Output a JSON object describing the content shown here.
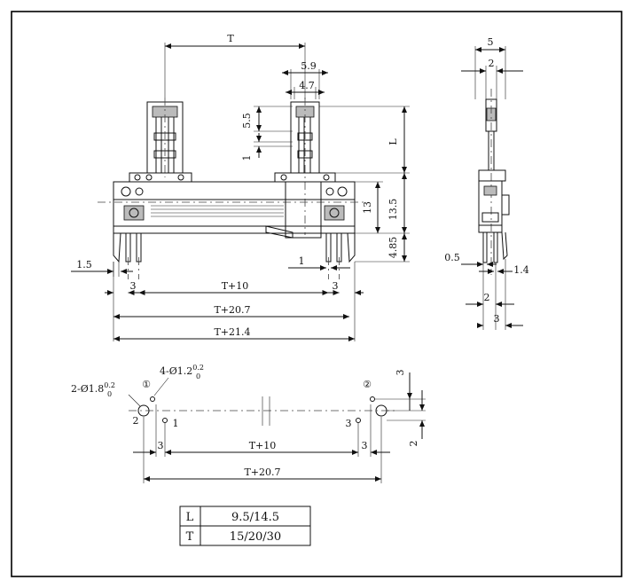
{
  "dimensions": {
    "T": "T",
    "d5_9": "5.9",
    "d4_7": "4.7",
    "d5_5": "5.5",
    "L": "L",
    "d1_top": "1",
    "d13": "13",
    "d13_5": "13.5",
    "d4_85": "4.85",
    "d1_5": "1.5",
    "d3_left": "3",
    "d1_mid": "1",
    "d3_right": "3",
    "T_plus_10": "T+10",
    "T_plus_20_7": "T+20.7",
    "T_plus_21_4": "T+21.4",
    "side_5": "5",
    "side_2_top": "2",
    "side_0_5": "0.5",
    "side_1_4": "1.4",
    "side_2_bottom": "2",
    "side_3": "3"
  },
  "pcb": {
    "hole_2_label": "2-Ø1.8",
    "hole_2_tol": "0.2",
    "hole_2_tol_low": "0",
    "hole_4_label": "4-Ø1.2",
    "hole_4_tol": "0.2",
    "hole_4_tol_low": "0",
    "marker_left": "①",
    "marker_right": "②",
    "pin_1": "1",
    "pin_2": "2",
    "pin_3": "3",
    "d3_left": "3",
    "d3_right": "3",
    "T_plus_10": "T+10",
    "T_plus_20_7": "T+20.7",
    "d3_vertical": "3",
    "d2_vertical": "2"
  },
  "table": {
    "rows": [
      {
        "key": "L",
        "value": "9.5/14.5"
      },
      {
        "key": "T",
        "value": "15/20/30"
      }
    ]
  }
}
